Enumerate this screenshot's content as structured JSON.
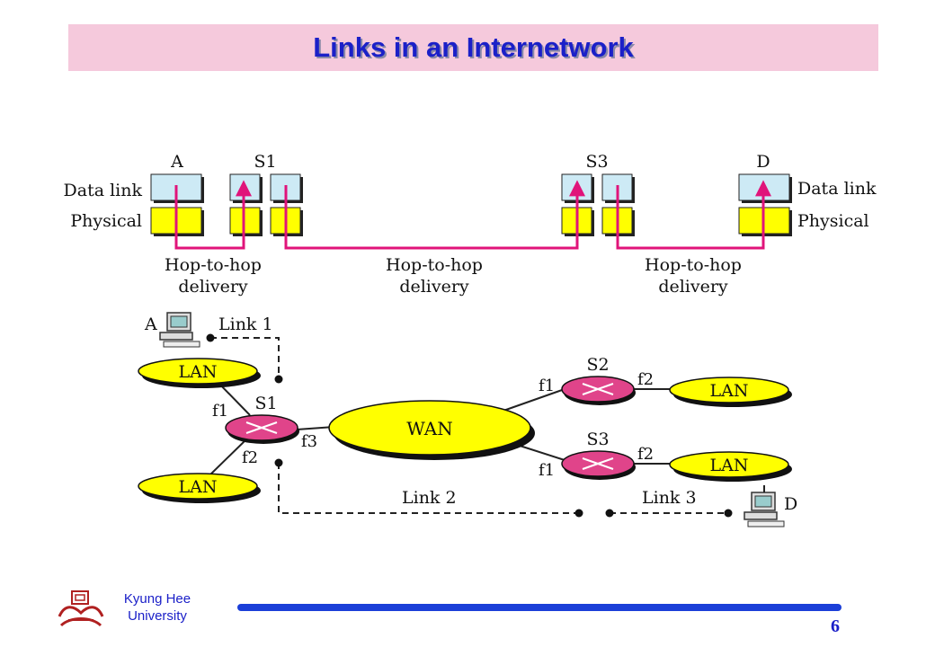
{
  "title": "Links in an Internetwork",
  "layers": {
    "data_link": "Data link",
    "physical": "Physical",
    "nodes": [
      "A",
      "S1",
      "S3",
      "D"
    ],
    "hop_label": [
      "Hop-to-hop",
      "delivery"
    ]
  },
  "network": {
    "host_a": "A",
    "host_d": "D",
    "lan": "LAN",
    "wan": "WAN",
    "routers": [
      "S1",
      "S2",
      "S3"
    ],
    "interfaces": {
      "f1": "f1",
      "f2": "f2",
      "f3": "f3"
    },
    "links": [
      "Link 1",
      "Link 2",
      "Link 3"
    ]
  },
  "colors": {
    "title_bg": "#f5c9dc",
    "title_text": "#1b20c8",
    "data_link_box": "#cdeaf5",
    "physical_box": "#ffff00",
    "path": "#e0147a",
    "router": "#e0448a",
    "cloud": "#ffff00"
  },
  "footer": {
    "university_line1": "Kyung Hee",
    "university_line2": "University",
    "page_number": "6"
  }
}
